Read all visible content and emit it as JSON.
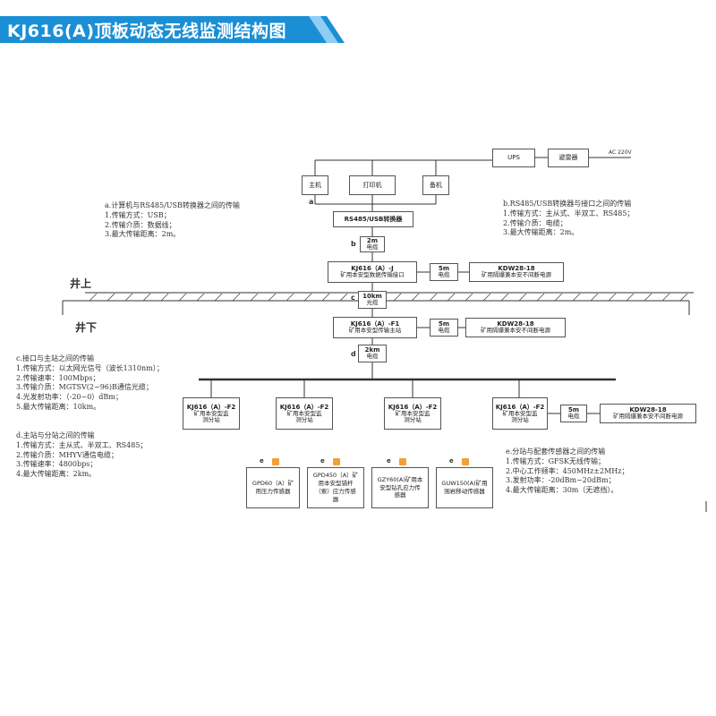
{
  "title": "KJ616(A)顶板动态无线监测结构图",
  "ground_labels": {
    "above": "井上",
    "below": "井下"
  },
  "power_input": "AC 220V",
  "nodes": {
    "ups": "UPS",
    "lightning": "避雷器",
    "host": "主机",
    "printer": "打印机",
    "backup": "备机",
    "converter": "RS485/USB转换器",
    "cable_b": [
      "2m",
      "电缆"
    ],
    "interface": [
      "KJ616（A）-J",
      "矿用本安型数据传输接口"
    ],
    "cable_j": [
      "5m",
      "电缆"
    ],
    "psu1": [
      "KDW28-18",
      "矿用隔爆兼本安不间断电源"
    ],
    "fiber": [
      "10km",
      "光缆"
    ],
    "main_station": [
      "KJ616（A）-F1",
      "矿用本安型传输主站"
    ],
    "cable_f1": [
      "5m",
      "电缆"
    ],
    "psu2": [
      "KDW28-18",
      "矿用隔爆兼本安不间断电源"
    ],
    "cable_d": [
      "2km",
      "电缆"
    ],
    "sub1": [
      "KJ616（A）-F2",
      "矿用本安型监",
      "测分站"
    ],
    "sub2": [
      "KJ616（A）-F2",
      "矿用本安型监",
      "测分站"
    ],
    "sub3": [
      "KJ616（A）-F2",
      "矿用本安型监",
      "测分站"
    ],
    "sub4": [
      "KJ616（A）-F2",
      "矿用本安型监",
      "测分站"
    ],
    "cable_f2": [
      "5m",
      "电缆"
    ],
    "psu3": [
      "KDW28-18",
      "矿用隔爆兼本安不间断电源"
    ]
  },
  "sensors": [
    [
      "GPD60（A）矿",
      "用压力传感器"
    ],
    [
      "GPD450（A）矿",
      "用本安型锚杆",
      "（索）应力传感",
      "器"
    ],
    [
      "GZY60(A)矿用本",
      "安型钻孔应力传",
      "感器"
    ],
    [
      "GUW150(A)矿用",
      "围岩移动传感器"
    ]
  ],
  "sensor_tag": "e",
  "link_letters": [
    "a",
    "b",
    "c",
    "d"
  ],
  "notes": {
    "a": [
      "a.计算机与RS485/USB转换器之间的传输",
      "1.传输方式：USB；",
      "2.传输介质：数据线；",
      "3.最大传输距离：2m。"
    ],
    "b": [
      "b.RS485/USB转换器与接口之间的传输",
      "1.传输方式：主从式、半双工、RS485；",
      "2.传输介质：电缆；",
      "3.最大传输距离：2m。"
    ],
    "c": [
      "c.接口与主站之间的传输",
      "1.传输方式：以太网光信号（波长1310nm）；",
      "2.传输速率：100Mbps；",
      "3.传输介质：MGTSV(2~96)B通信光缆；",
      "4.光发射功率：（-20~0）dBm；",
      "5.最大传输距离：10km。"
    ],
    "d": [
      "d.主站与分站之间的传输",
      "1.传输方式：主从式、半双工、RS485；",
      "2.传输介质：MHYV通信电缆；",
      "3.传输速率：4800bps；",
      "4.最大传输距离：2km。"
    ],
    "e": [
      "e.分站与配套传感器之间的传输",
      "1.传输方式：GFSK无线传输；",
      "2.中心工作频率：450MHz±2MHz；",
      "3.发射功率：-20dBm~20dBm；",
      "4.最大传输距离：30m（无遮挡）。"
    ]
  },
  "colors": {
    "banner": "#1a8fd6",
    "banner_light": "#8fcdf2",
    "sensor_icon": "#f2a03a",
    "line": "#333333"
  }
}
